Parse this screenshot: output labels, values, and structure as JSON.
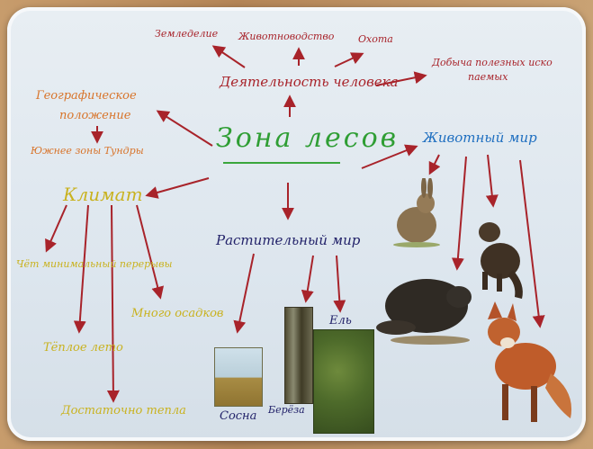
{
  "center": {
    "title": "Зона лесов"
  },
  "top_nodes": {
    "human_activity": "Деятельность человека",
    "reclamation": "Земледелие",
    "animal_husbandry": "Животноводство",
    "hunting": "Охота",
    "mining_line1": "Добыча полезных иско",
    "mining_line2": "паемых"
  },
  "left_nodes": {
    "geo_line1": "Географическое",
    "geo_line2": "положение",
    "north_tundra": "Южнее зоны Тундры",
    "climate": "Климат",
    "seasons": "Чёт минимальный перерывы",
    "much_precip": "Много осадков",
    "warm_summer": "Тёплое лето",
    "cold_winter": "Достаточно тепла"
  },
  "bottom_nodes": {
    "plants": "Растительный мир",
    "pine": "Сосна",
    "birch": "Берёза",
    "spruce": "Ель"
  },
  "right_nodes": {
    "animals": "Животный мир"
  },
  "colors": {
    "arrow": "#a8232a",
    "title": "#2f9e34",
    "board": "#e3eaf0"
  }
}
